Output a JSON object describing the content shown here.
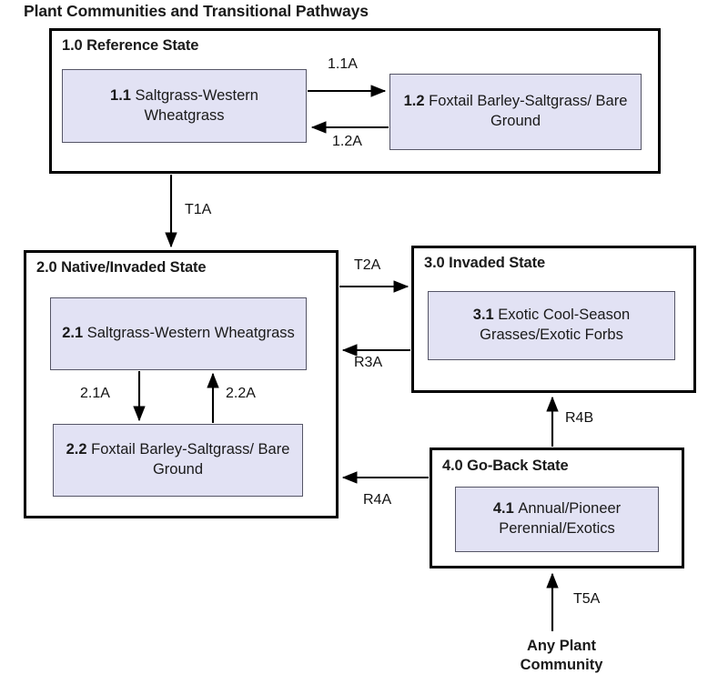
{
  "title": "Plant Communities and Transitional Pathways",
  "colors": {
    "community_fill": "#e2e2f4",
    "community_border": "#555566",
    "state_border": "#000000",
    "text": "#1a1a1a",
    "background": "#ffffff"
  },
  "states": [
    {
      "id": "1.0",
      "title": "1.0 Reference State",
      "communities": [
        {
          "id": "1.1",
          "num": "1.1",
          "name": "Saltgrass-Western Wheatgrass"
        },
        {
          "id": "1.2",
          "num": "1.2",
          "name": "Foxtail Barley-Saltgrass/ Bare Ground"
        }
      ]
    },
    {
      "id": "2.0",
      "title": "2.0 Native/Invaded State",
      "communities": [
        {
          "id": "2.1",
          "num": "2.1",
          "name": "Saltgrass-Western Wheatgrass"
        },
        {
          "id": "2.2",
          "num": "2.2",
          "name": "Foxtail Barley-Saltgrass/ Bare Ground"
        }
      ]
    },
    {
      "id": "3.0",
      "title": "3.0 Invaded State",
      "communities": [
        {
          "id": "3.1",
          "num": "3.1",
          "name": "Exotic Cool-Season Grasses/Exotic Forbs"
        }
      ]
    },
    {
      "id": "4.0",
      "title": "4.0 Go-Back State",
      "communities": [
        {
          "id": "4.1",
          "num": "4.1",
          "name": "Annual/Pioneer Perennial/Exotics"
        }
      ]
    }
  ],
  "source_node": {
    "label": "Any Plant\nCommunity"
  },
  "transitions": [
    {
      "code": "1.1A",
      "from": "1.1",
      "to": "1.2",
      "kind": "community-pathway"
    },
    {
      "code": "1.2A",
      "from": "1.2",
      "to": "1.1",
      "kind": "community-pathway"
    },
    {
      "code": "T1A",
      "from": "1.0",
      "to": "2.0",
      "kind": "transition"
    },
    {
      "code": "2.1A",
      "from": "2.1",
      "to": "2.2",
      "kind": "community-pathway"
    },
    {
      "code": "2.2A",
      "from": "2.2",
      "to": "2.1",
      "kind": "community-pathway"
    },
    {
      "code": "T2A",
      "from": "2.0",
      "to": "3.0",
      "kind": "transition"
    },
    {
      "code": "R3A",
      "from": "3.0",
      "to": "2.0",
      "kind": "restoration"
    },
    {
      "code": "R4A",
      "from": "4.0",
      "to": "2.0",
      "kind": "restoration"
    },
    {
      "code": "R4B",
      "from": "4.0",
      "to": "3.0",
      "kind": "restoration"
    },
    {
      "code": "T5A",
      "from": "Any Plant Community",
      "to": "4.0",
      "kind": "transition"
    }
  ]
}
